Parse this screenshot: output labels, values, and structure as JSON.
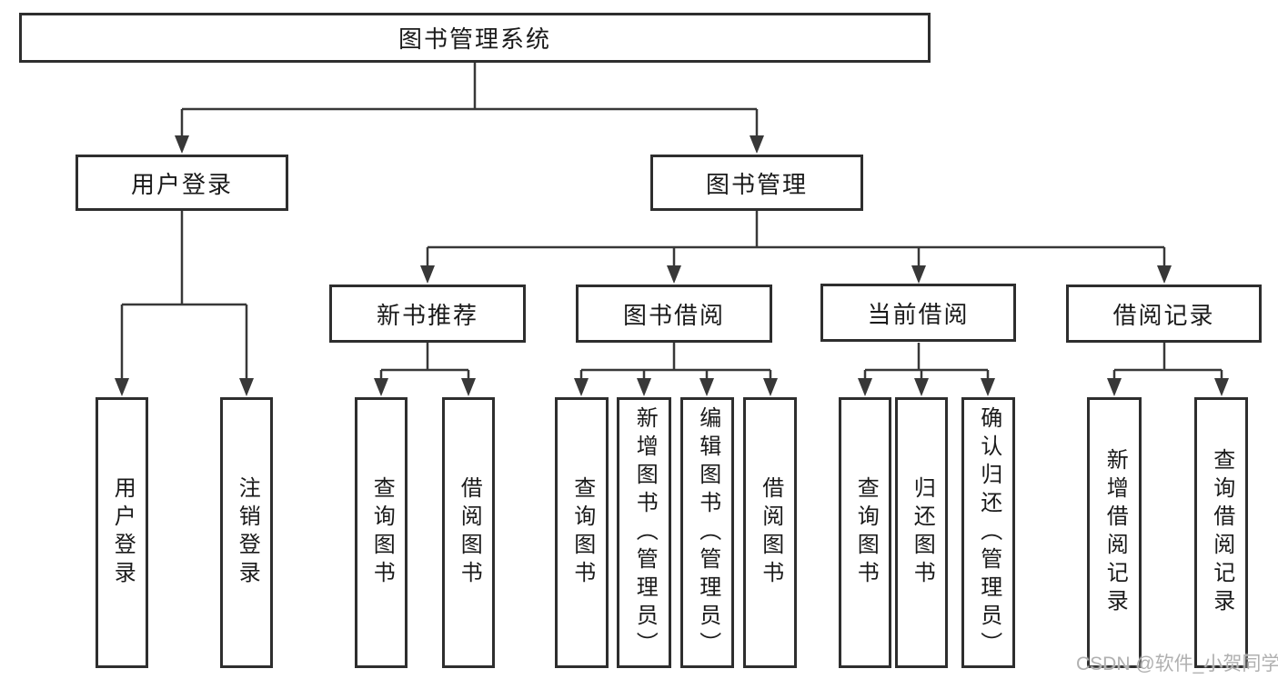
{
  "tree": {
    "root": "图书管理系统",
    "user_branch": {
      "label": "用户登录",
      "children": [
        "用户登录",
        "注销登录"
      ]
    },
    "book_branch": {
      "label": "图书管理",
      "sections": [
        {
          "label": "新书推荐",
          "children": [
            "查询图书",
            "借阅图书"
          ]
        },
        {
          "label": "图书借阅",
          "children": [
            "查询图书",
            "新增图书（管理员）",
            "编辑图书（管理员）",
            "借阅图书"
          ]
        },
        {
          "label": "当前借阅",
          "children": [
            "查询图书",
            "归还图书",
            "确认归还（管理员）"
          ]
        },
        {
          "label": "借阅记录",
          "children": [
            "新增借阅记录",
            "查询借阅记录"
          ]
        }
      ]
    }
  },
  "watermark": {
    "text": "CSDN @软件_小贺同学"
  }
}
